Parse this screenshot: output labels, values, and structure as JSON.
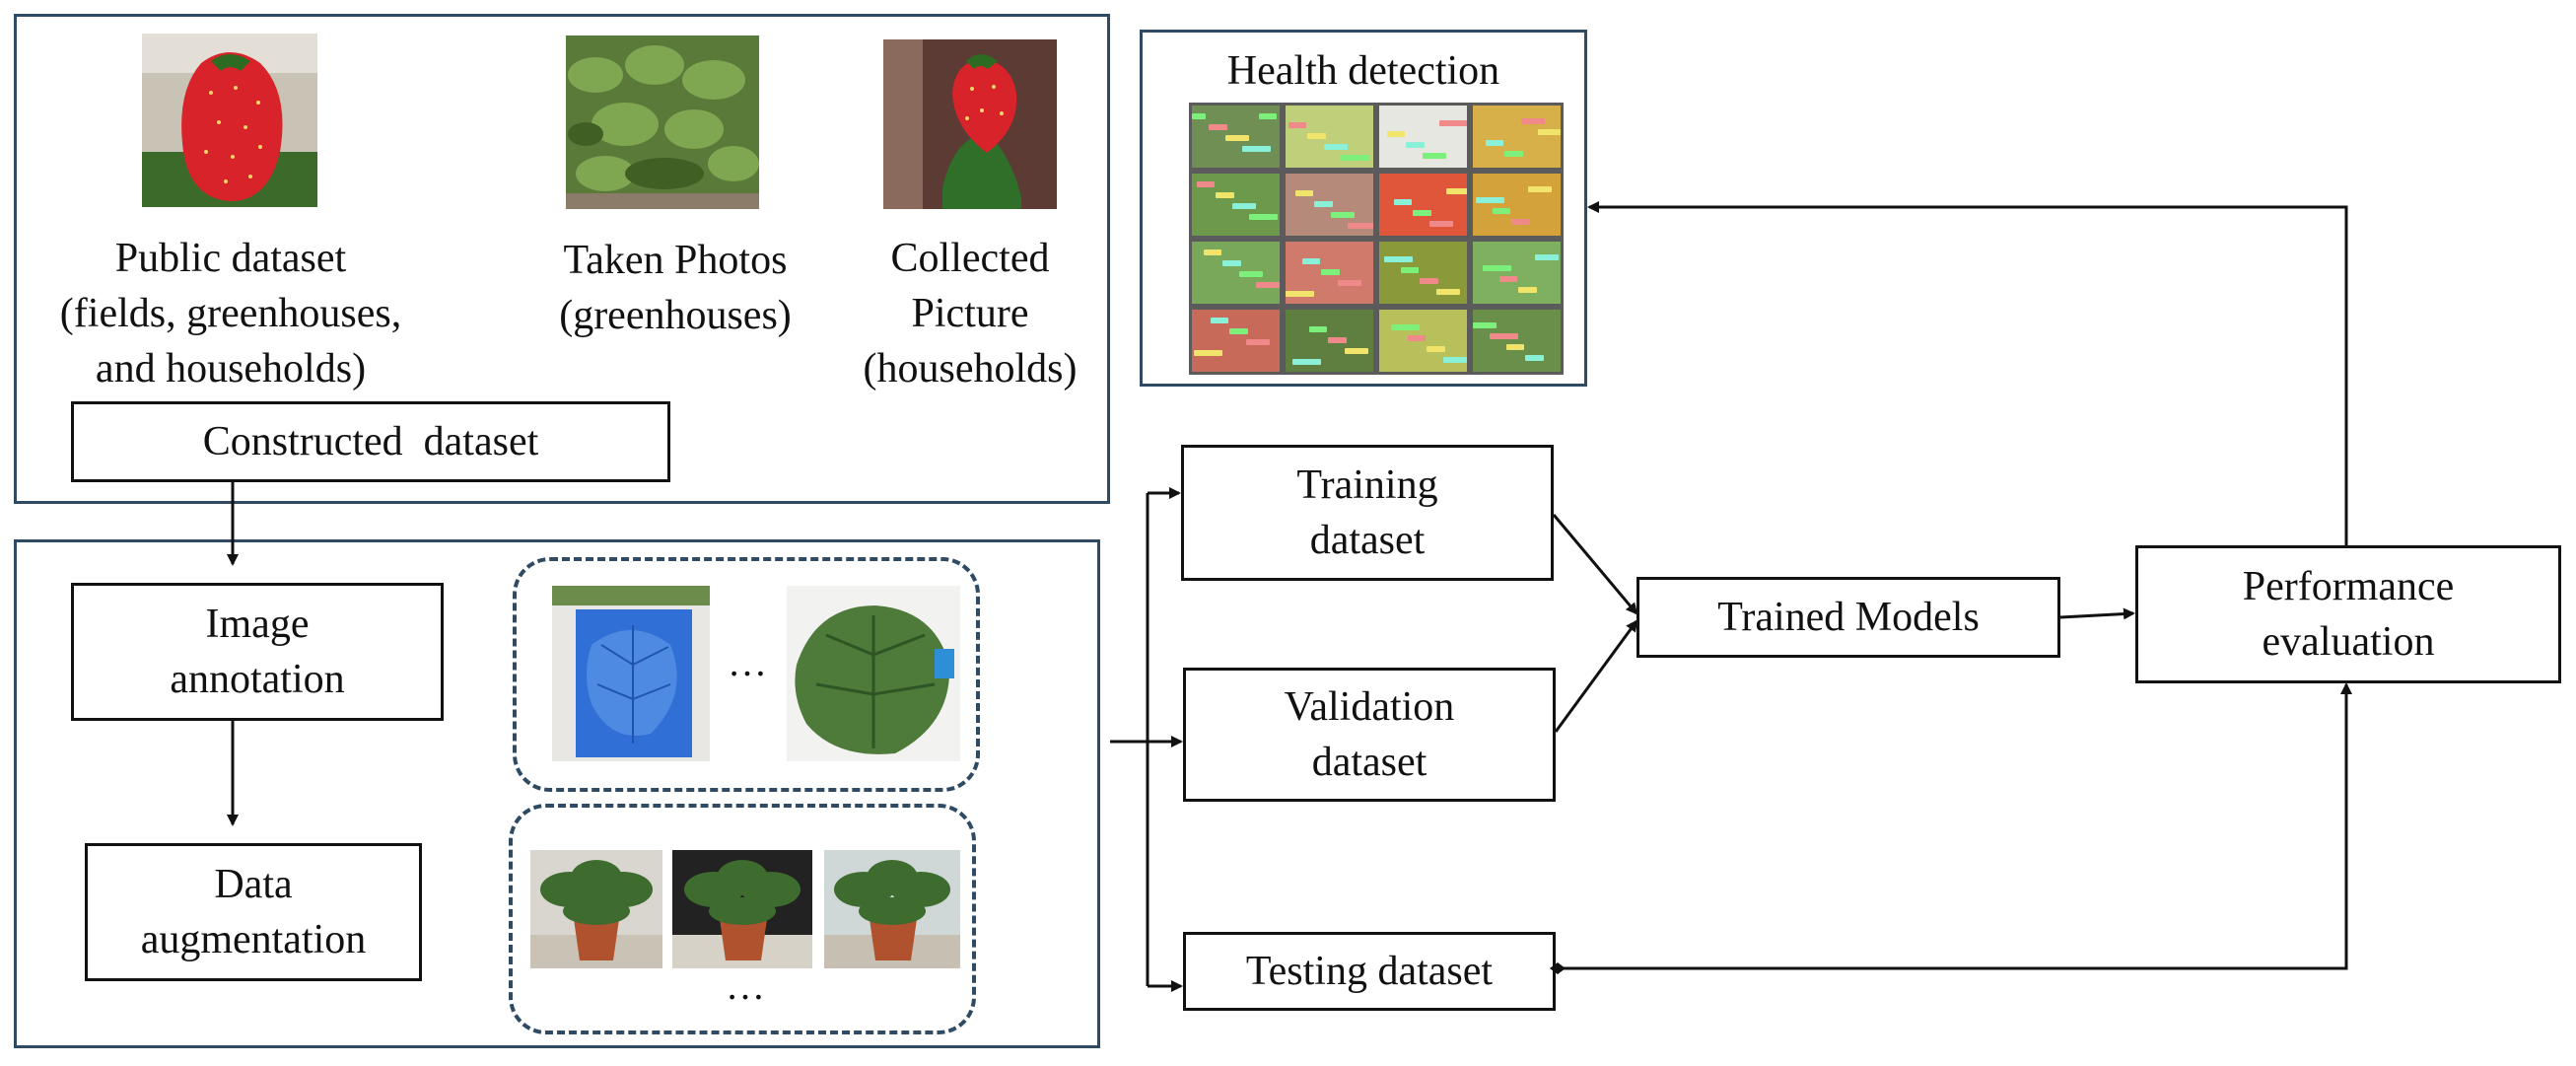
{
  "sources": {
    "public": "Public dataset\n(fields, greenhouses,\nand households)",
    "taken": "Taken Photos\n(greenhouses)",
    "collected": "Collected\nPicture\n(households)"
  },
  "constructed_label": "Constructed  dataset",
  "annotation_label": "Image\nannotation",
  "augmentation_label": "Data\naugmentation",
  "ellipsis": "…",
  "training_label": "Training\ndataset",
  "validation_label": "Validation\ndataset",
  "testing_label": "Testing dataset",
  "trained_label": "Trained Models",
  "performance_label": "Performance\nevaluation",
  "health_title": "Health detection",
  "colors": {
    "panel_border": "#2f4a63",
    "strawberry": "#d8232a",
    "leaf": "#3f7a2e",
    "annotation_blue": "#2f6fd6"
  }
}
